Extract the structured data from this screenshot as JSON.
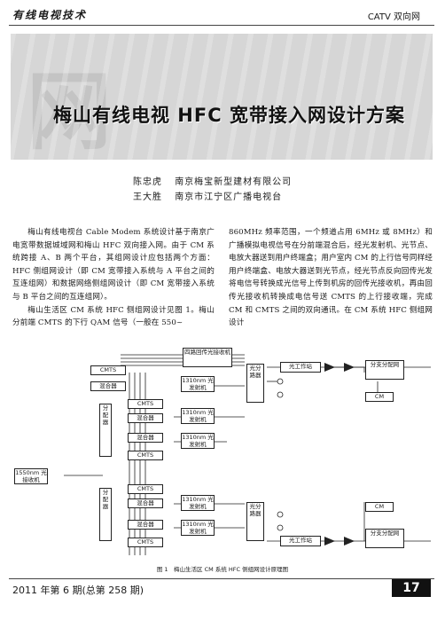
{
  "header": {
    "journal": "有线电视技术",
    "section": "CATV 双向网"
  },
  "title": "梅山有线电视 HFC 宽带接入网设计方案",
  "authors": [
    {
      "name": "陈忠虎",
      "affiliation": "南京梅宝新型建材有限公司"
    },
    {
      "name": "王大胜",
      "affiliation": "南京市江宁区广播电视台"
    }
  ],
  "body": {
    "left": [
      "梅山有线电视台 Cable Modem 系统设计基于南京广电宽带数据城域网和梅山 HFC 双向接入网。由于 CM 系统跨接 A、B 两个平台，其组网设计应包括两个方面：HFC 侧组网设计（即 CM 宽带接入系统与 A 平台之间的互连组网）和数据网络侧组网设计（即 CM 宽带接入系统与 B 平台之间的互连组网）。",
      "梅山生活区 CM 系统 HFC 侧组网设计见图 1。梅山分前端 CMTS 的下行 QAM 信号（一般在 550~"
    ],
    "right": [
      "860MHz 频率范围，一个频道占用 6MHz 或 8MHz）和广播模拟电视信号在分前端混合后，经光发射机、光节点、电放大器送到用户终端盒；用户室内 CM 的上行信号同样经用户终端盒、电放大器送到光节点，经光节点反向回传光发将电信号转换成光信号上传到机房的回传光接收机，再由回传光接收机转换成电信号送 CMTS 的上行接收端，完成 CM 和 CMTS 之间的双向通讯。在 CM 系统 HFC 侧组网设计"
    ]
  },
  "diagram": {
    "labels": {
      "return_rx": "四路回传光接收机",
      "cmts": "CMTS",
      "mixer": "混合器",
      "tx1310": "1310nm 光发射机",
      "optical_node": "光分路器",
      "work_station": "光工作站",
      "splitter": "分支分配网",
      "cm": "CM",
      "divider": "分配器",
      "rx1550": "1550nm 光接收机"
    }
  },
  "caption": "图 1　梅山生活区 CM 系统 HFC 侧组网设计原理图",
  "footer": {
    "issue": "2011 年第 6 期(总第 258 期)",
    "page": "17"
  }
}
